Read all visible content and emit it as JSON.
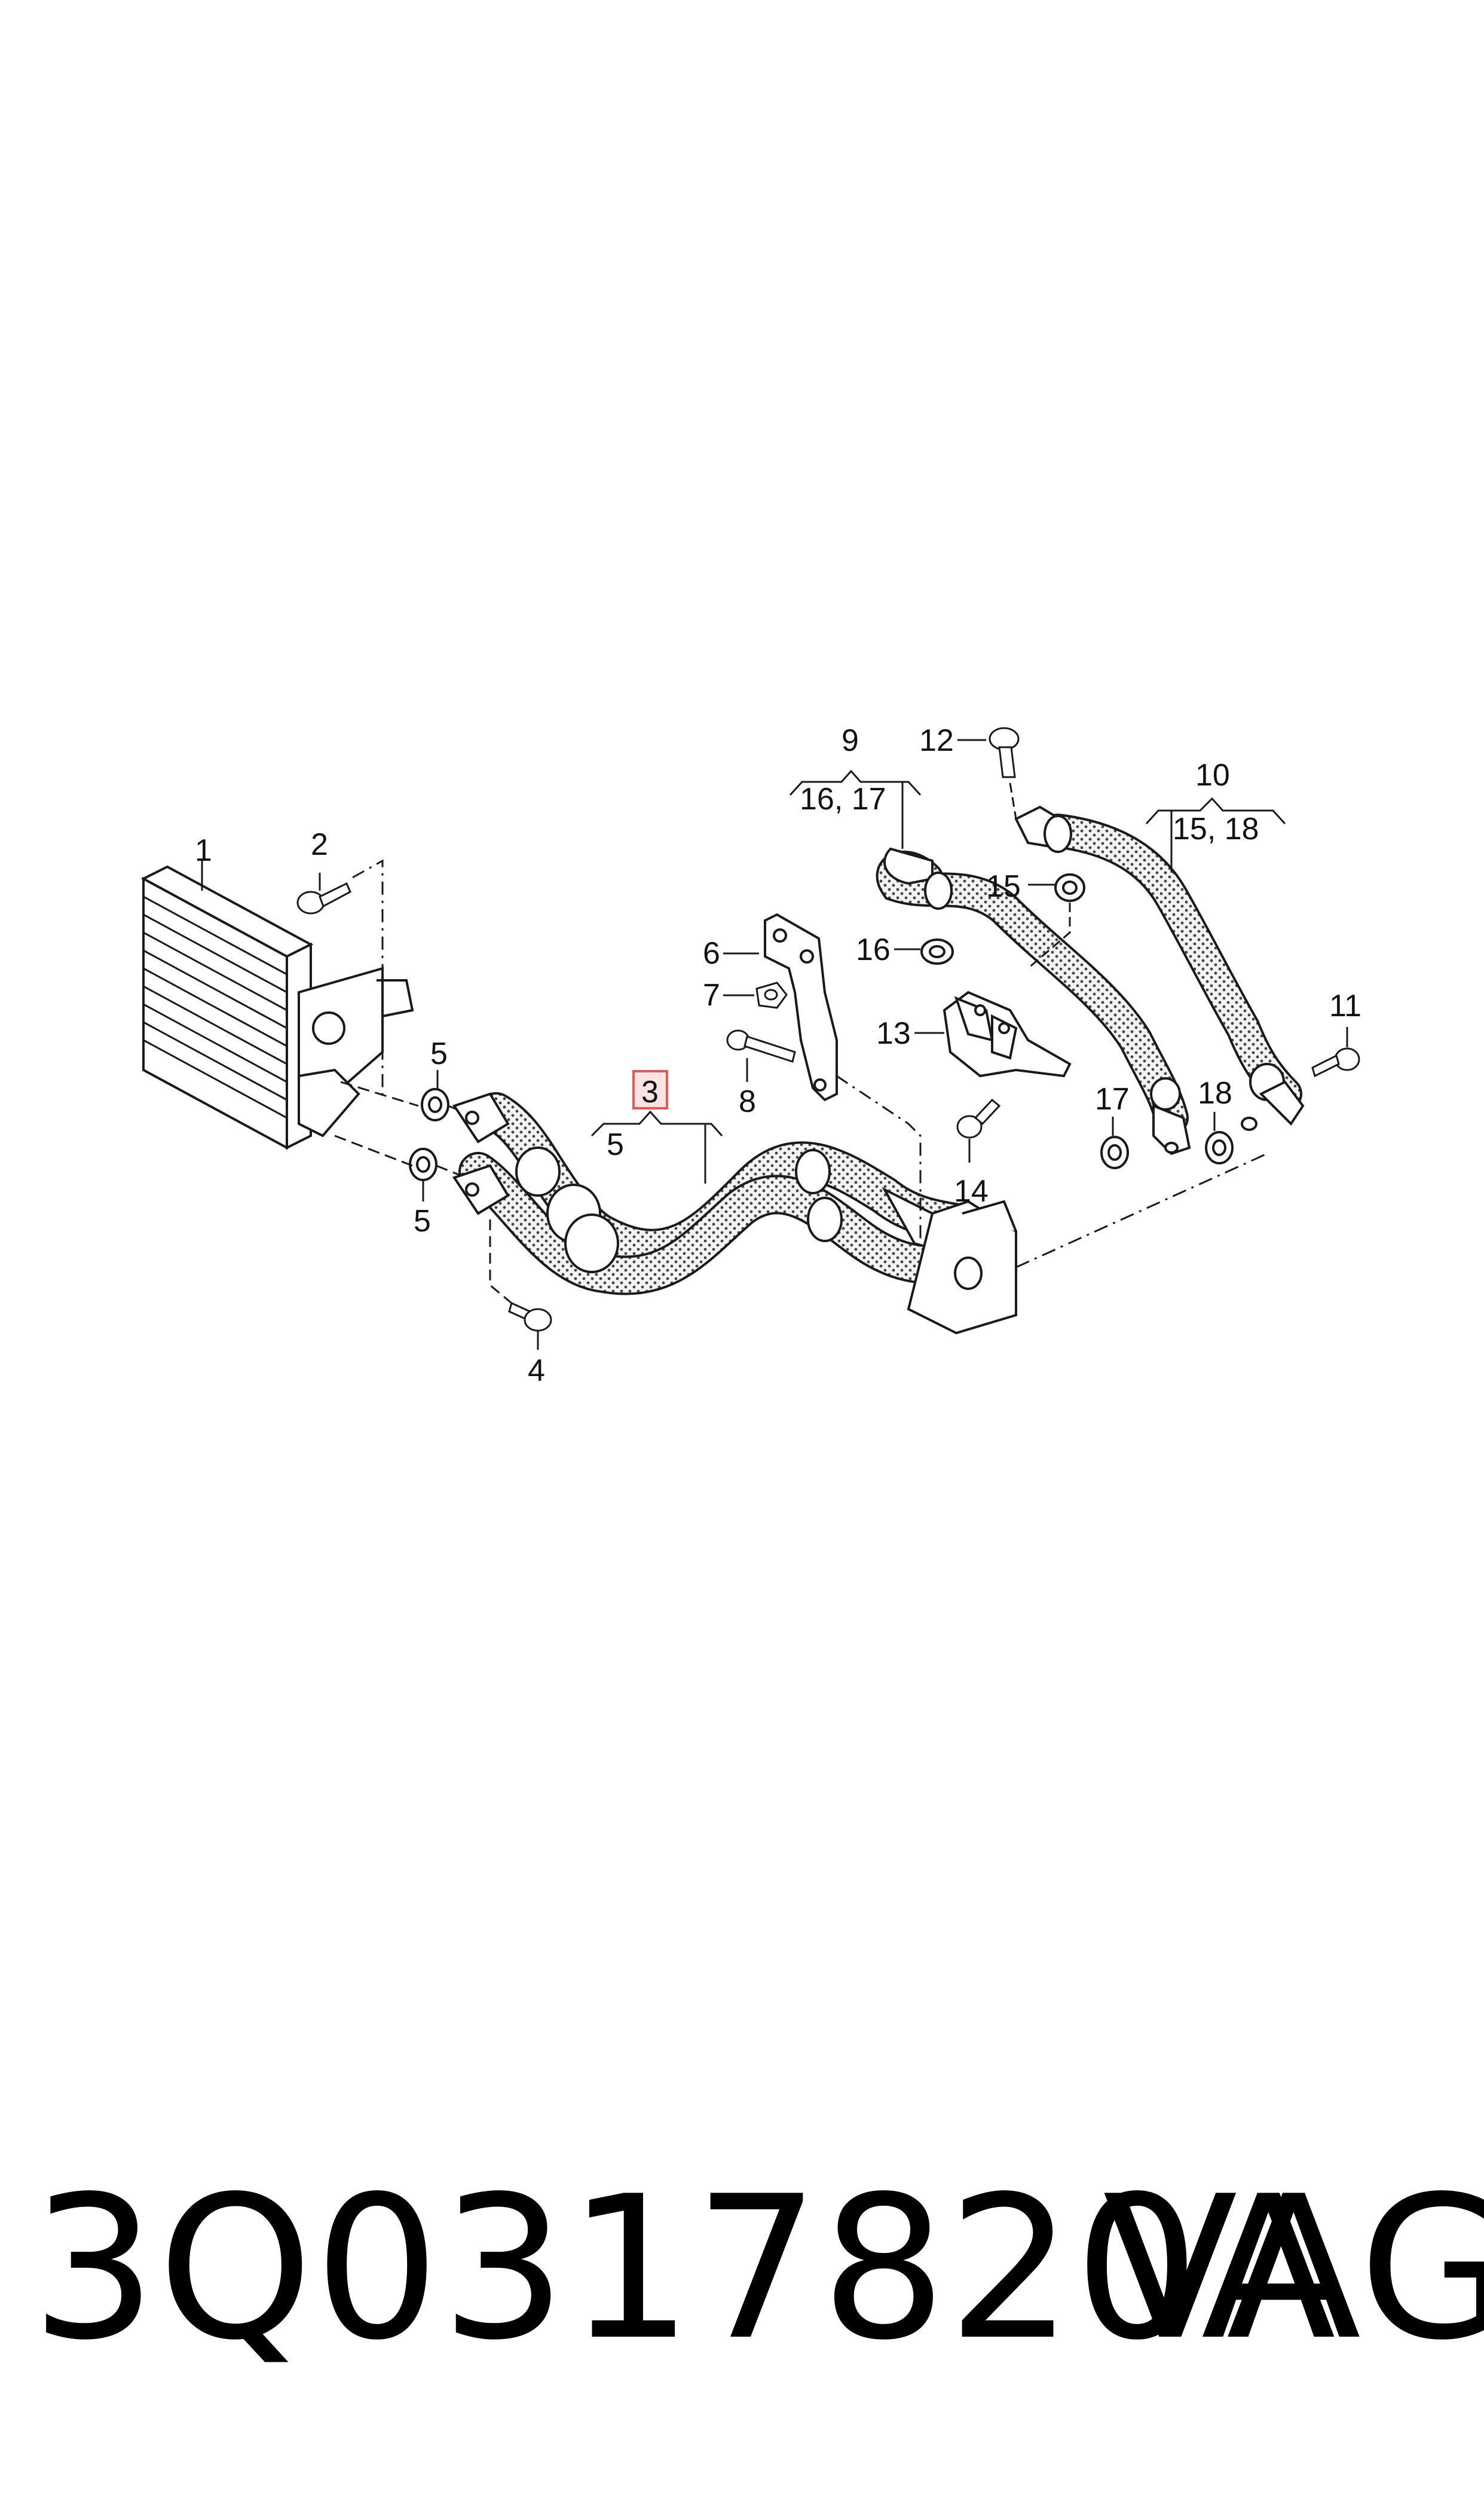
{
  "diagram": {
    "callouts": {
      "c1": "1",
      "c2": "2",
      "c3": "3",
      "c4": "4",
      "c5a": "5",
      "c5b": "5",
      "c5c": "5",
      "c6": "6",
      "c7": "7",
      "c8": "8",
      "c9": "9",
      "c9sub": "16, 17",
      "c10": "10",
      "c10sub": "15, 18",
      "c11": "11",
      "c12": "12",
      "c13": "13",
      "c14": "14",
      "c15": "15",
      "c16": "16",
      "c17": "17",
      "c18": "18"
    },
    "highlight_color": "#e05a5a",
    "line_color": "#1a1a1a"
  },
  "footer": {
    "part_number": "3Q0317820A",
    "brand": "VAG"
  }
}
